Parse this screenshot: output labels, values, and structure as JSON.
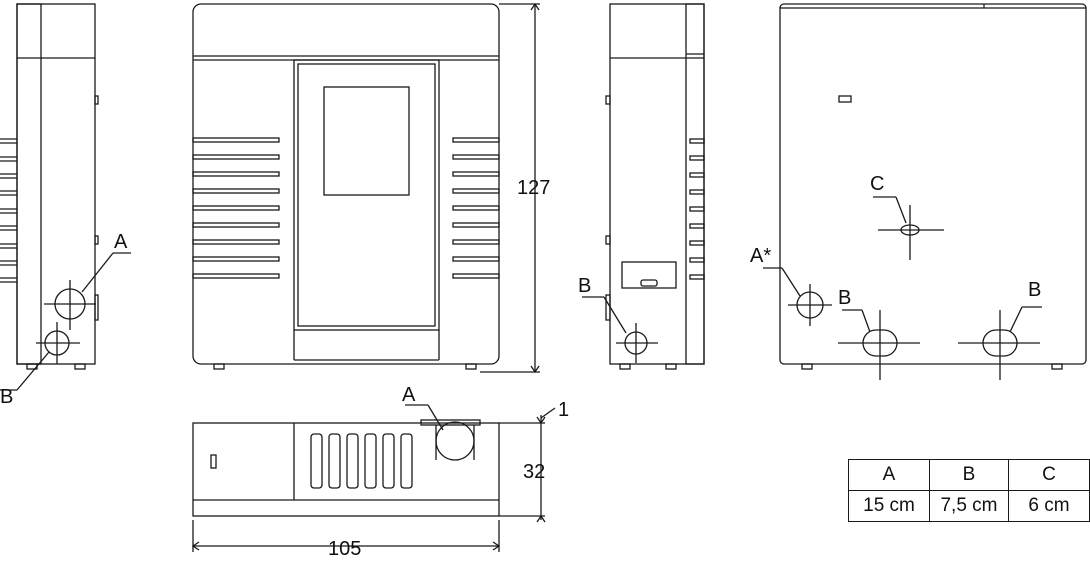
{
  "dimensions": {
    "height": "127",
    "width": "105",
    "depth": "32",
    "offset": "1"
  },
  "labels": {
    "a": "A",
    "b": "B",
    "c": "C",
    "a_star": "A*"
  },
  "table": {
    "headers": [
      "A",
      "B",
      "C"
    ],
    "values": [
      "15 cm",
      "7,5 cm",
      "6 cm"
    ]
  }
}
